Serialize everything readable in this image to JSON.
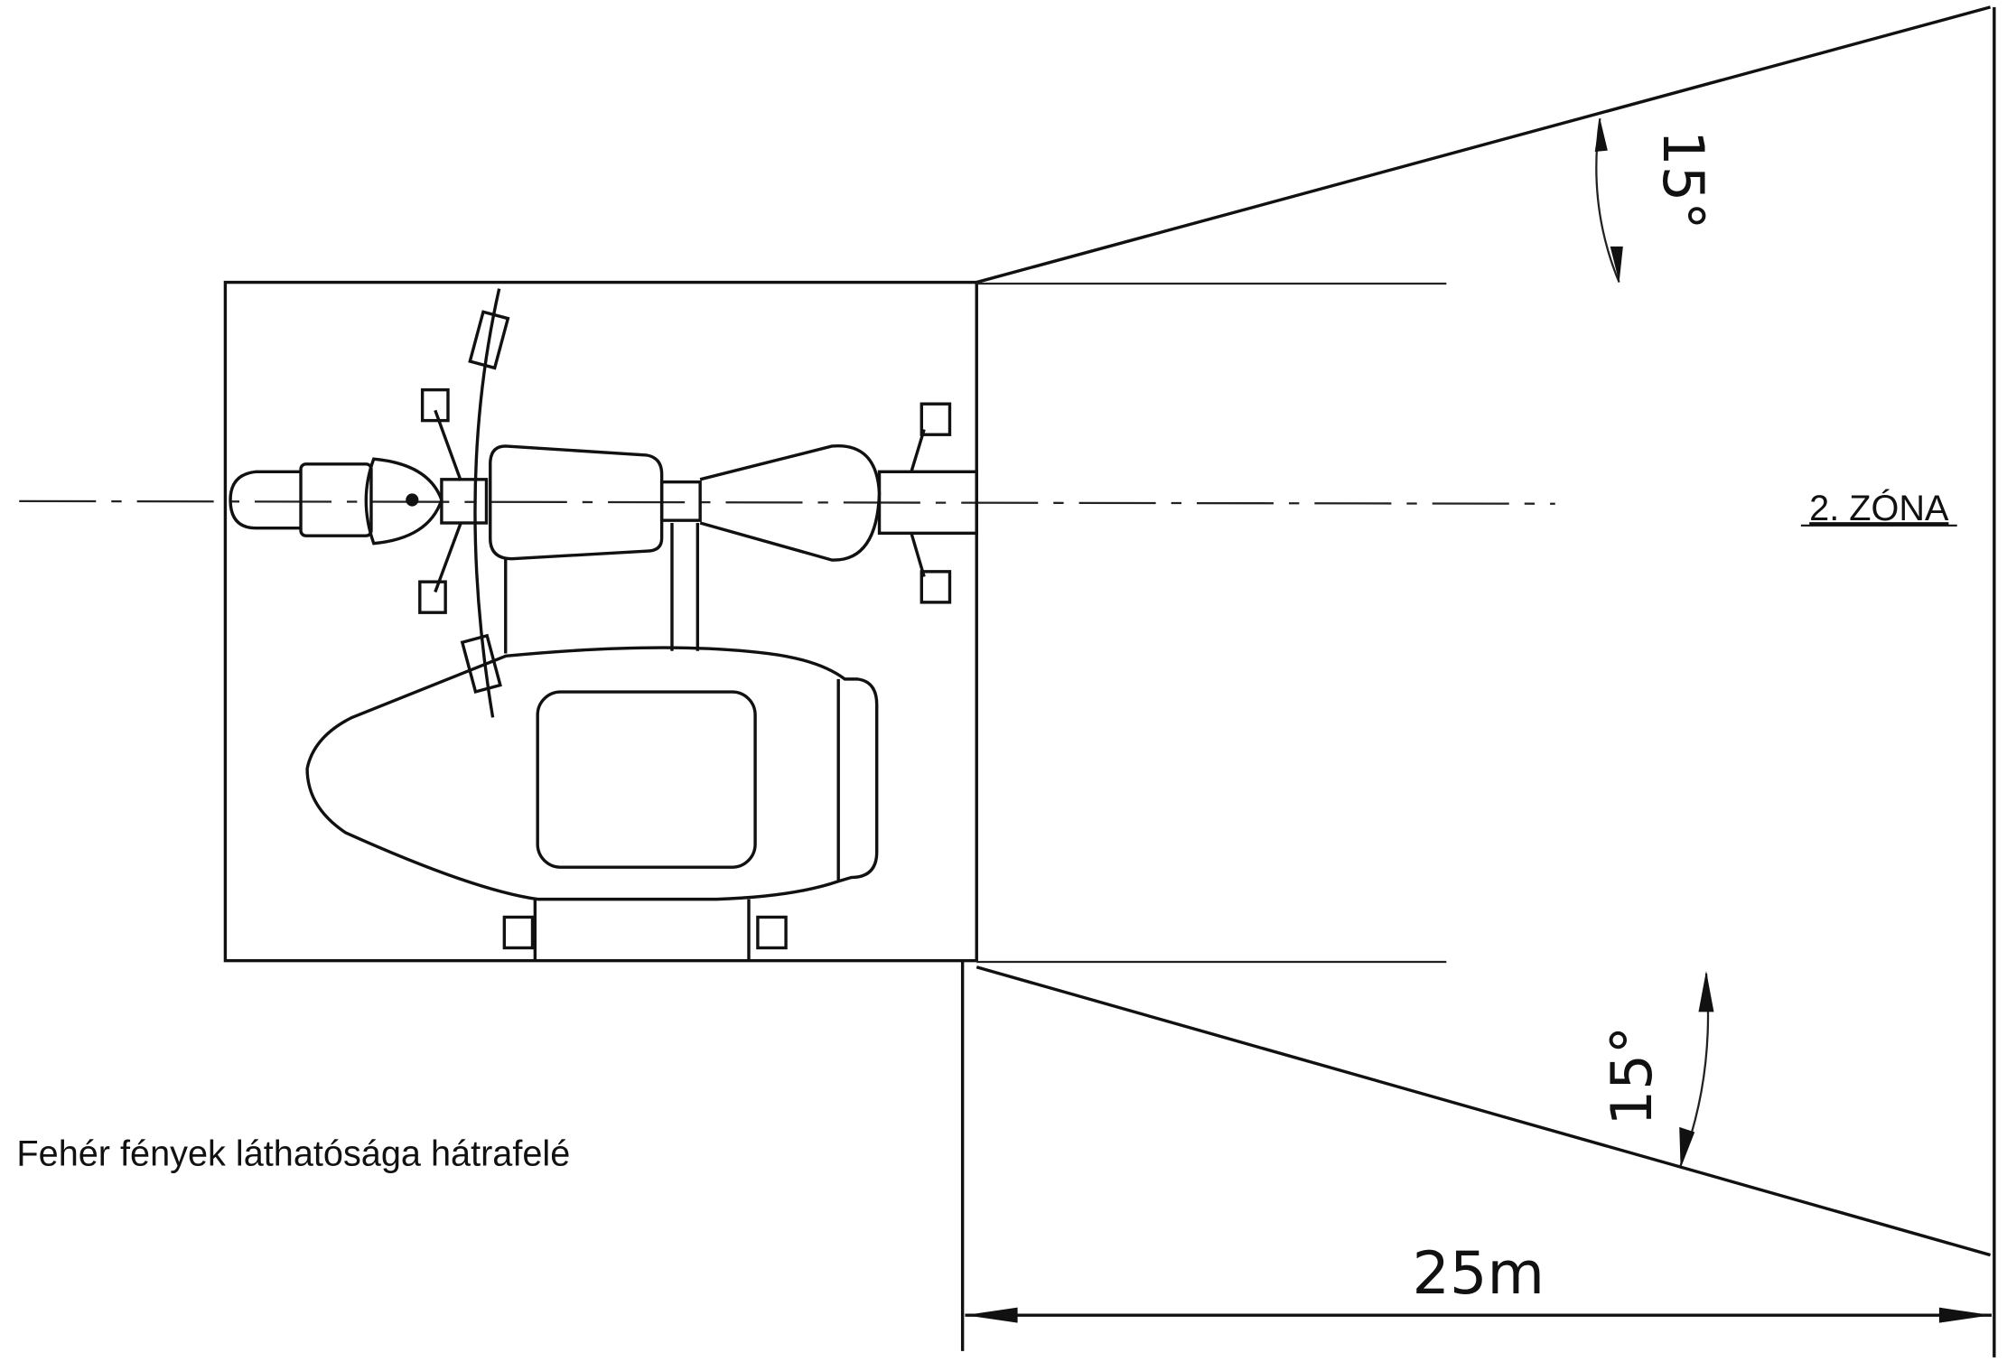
{
  "zone_label": "2. ZÓNA",
  "caption": "Fehér fények láthatósága hátrafelé",
  "distance_label": "25m",
  "angle_top_label": "15°",
  "angle_bottom_label": "15°"
}
